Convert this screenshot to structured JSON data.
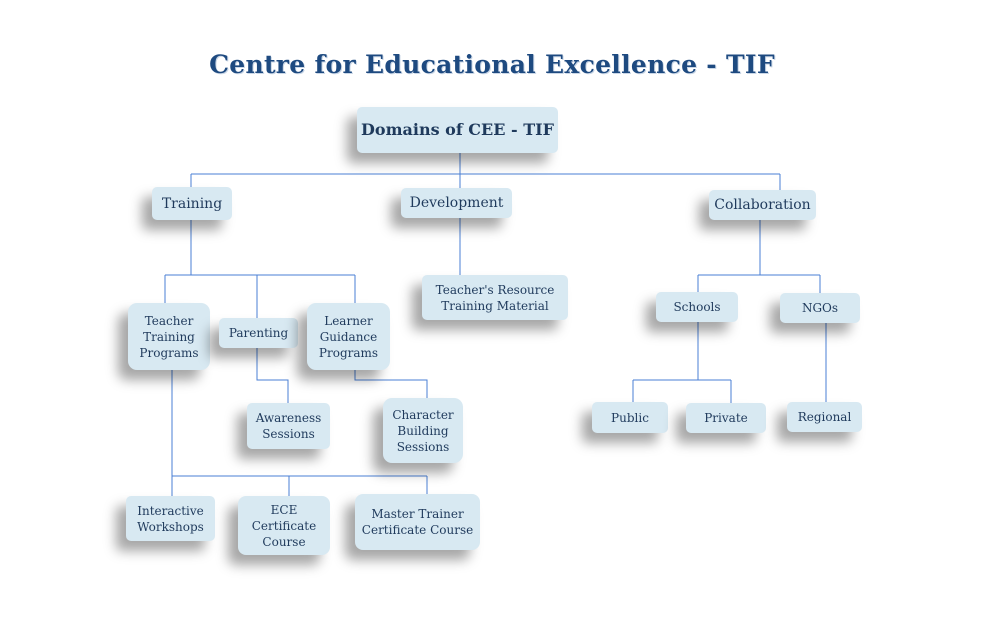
{
  "title": "Centre for Educational Excellence - TIF",
  "nodes": {
    "root": "Domains of CEE - TIF",
    "training": "Training",
    "development": "Development",
    "collaboration": "Collaboration",
    "teacher_training_programs": "Teacher\nTraining\nPrograms",
    "parenting": "Parenting",
    "learner_guidance_programs": "Learner\nGuidance\nPrograms",
    "teachers_resource": "Teacher's Resource\nTraining Material",
    "schools": "Schools",
    "ngos": "NGOs",
    "awareness_sessions": "Awareness\nSessions",
    "character_building_sessions": "Character\nBuilding\nSessions",
    "public": "Public",
    "private": "Private",
    "regional": "Regional",
    "interactive_workshops": "Interactive\nWorkshops",
    "ece_certificate_course": "ECE\nCertificate\nCourse",
    "master_trainer_course": "Master Trainer\nCertificate Course"
  },
  "colors": {
    "line": "#4a7fd4",
    "box": "#d8e9f2",
    "text": "#1f3a5c",
    "title": "#1e4a80"
  }
}
